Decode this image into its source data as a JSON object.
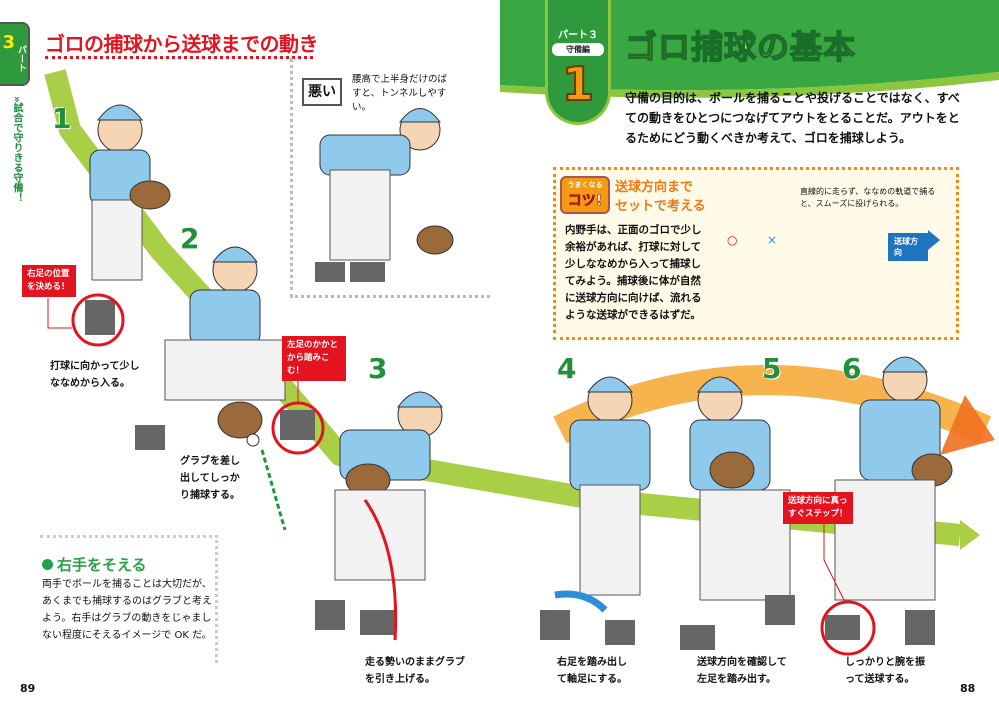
{
  "left_page": {
    "side_tab": {
      "part_label": "パート",
      "part_number": "3",
      "section_vertical": "»試合で守りきる守備！"
    },
    "title": "ゴロの捕球から送球までの動き",
    "steps": [
      "1",
      "2",
      "3"
    ],
    "bad_example": {
      "sign": "悪い",
      "text": "腰高で上半身だけのばすと、トンネルしやすい。"
    },
    "labels": [
      "右足の位置を決める！",
      "左足のかかとから踏みこむ！"
    ],
    "captions": [
      "打球に向かって少しななめから入る。",
      "グラブを差し出してしっかり捕球する。",
      "走る勢いのままグラブを引き上げる。"
    ],
    "tip": {
      "heading": "右手をそえる",
      "body": "両手でボールを捕ることは大切だが、あくまでも捕球するのはグラブと考えよう。右手はグラブの動きをじゃましない程度にそえるイメージで OK だ。"
    },
    "page_number": "89"
  },
  "right_page": {
    "badge": {
      "part": "パート３",
      "category": "守備編",
      "number": "1"
    },
    "title": "ゴロ捕球の基本",
    "intro": "守備の目的は、ボールを捕ることや投げることではなく、すべての動きをひとつにつなげてアウトをとることだ。アウトをとるためにどう動くべきか考えて、ゴロを捕球しよう。",
    "kotsu": {
      "badge_top": "うまくなる",
      "badge_main": "コツ!",
      "heading_1": "送球方向まで",
      "heading_2": "セットで考える",
      "body": "内野手は、正面のゴロで少し余裕があれば、打球に対して少しななめから入って捕球してみよう。捕球後に体が自然に送球方向に向けば、流れるような送球ができるはずだ。",
      "diagram": {
        "note": "直線的に走らず、ななめの軌道で捕ると、スムーズに投げられる。",
        "direction_label": "送球方向",
        "good_mark": "○",
        "bad_mark": "×"
      }
    },
    "steps": [
      "4",
      "5",
      "6"
    ],
    "labels": [
      "送球方向に真っすぐステップ！"
    ],
    "captions": [
      "右足を踏み出して軸足にする。",
      "送球方向を確認して左足を踏み出す。",
      "しっかりと腕を振って送球する。"
    ],
    "page_number": "88"
  },
  "colors": {
    "green": "#2f9a3d",
    "lime": "#a8cf45",
    "red": "#e3141f",
    "orange": "#f39a10",
    "yellow": "#ffee00",
    "blue": "#1f73c0"
  }
}
